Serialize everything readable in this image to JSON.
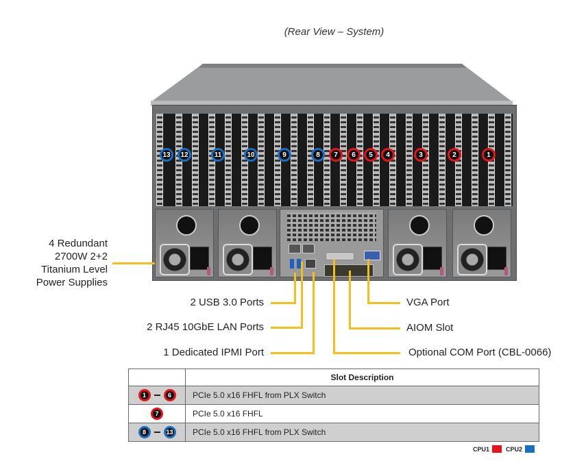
{
  "caption": "(Rear View – System)",
  "colors": {
    "cpu1": "#e3151a",
    "cpu2": "#1a6fc0",
    "callout_line": "#f4bf1c",
    "table_shade": "#cfcfcf"
  },
  "slot_badges": [
    {
      "number": "13",
      "cpu": "cpu2"
    },
    {
      "number": "12",
      "cpu": "cpu2"
    },
    {
      "number": "11",
      "cpu": "cpu2"
    },
    {
      "number": "10",
      "cpu": "cpu2"
    },
    {
      "number": "9",
      "cpu": "cpu2"
    },
    {
      "number": "8",
      "cpu": "cpu2"
    },
    {
      "number": "7",
      "cpu": "cpu1"
    },
    {
      "number": "6",
      "cpu": "cpu1"
    },
    {
      "number": "5",
      "cpu": "cpu1"
    },
    {
      "number": "4",
      "cpu": "cpu1"
    },
    {
      "number": "3",
      "cpu": "cpu1"
    },
    {
      "number": "2",
      "cpu": "cpu1"
    },
    {
      "number": "1",
      "cpu": "cpu1"
    }
  ],
  "callouts": {
    "psu": "4 Redundant\n2700W 2+2\nTitanium Level\nPower Supplies",
    "psu_lines": [
      "4 Redundant",
      "2700W 2+2",
      "Titanium Level",
      "Power Supplies"
    ],
    "usb": "2 USB 3.0 Ports",
    "lan": "2 RJ45 10GbE LAN Ports",
    "ipmi": "1 Dedicated IPMI Port",
    "vga": "VGA Port",
    "aiom": "AIOM Slot",
    "com": "Optional COM Port (CBL-0066)"
  },
  "table": {
    "header": "Slot Description",
    "rows": [
      {
        "from": "1",
        "to": "6",
        "cpu": "cpu1",
        "description": "PCIe 5.0 x16 FHFL from PLX Switch"
      },
      {
        "from": "7",
        "to": null,
        "cpu": "cpu1",
        "description": "PCIe 5.0 x16 FHFL"
      },
      {
        "from": "8",
        "to": "13",
        "cpu": "cpu2",
        "description": "PCIe 5.0 x16 FHFL from PLX Switch"
      }
    ]
  },
  "legend": {
    "cpu1": "CPU1",
    "cpu2": "CPU2"
  }
}
